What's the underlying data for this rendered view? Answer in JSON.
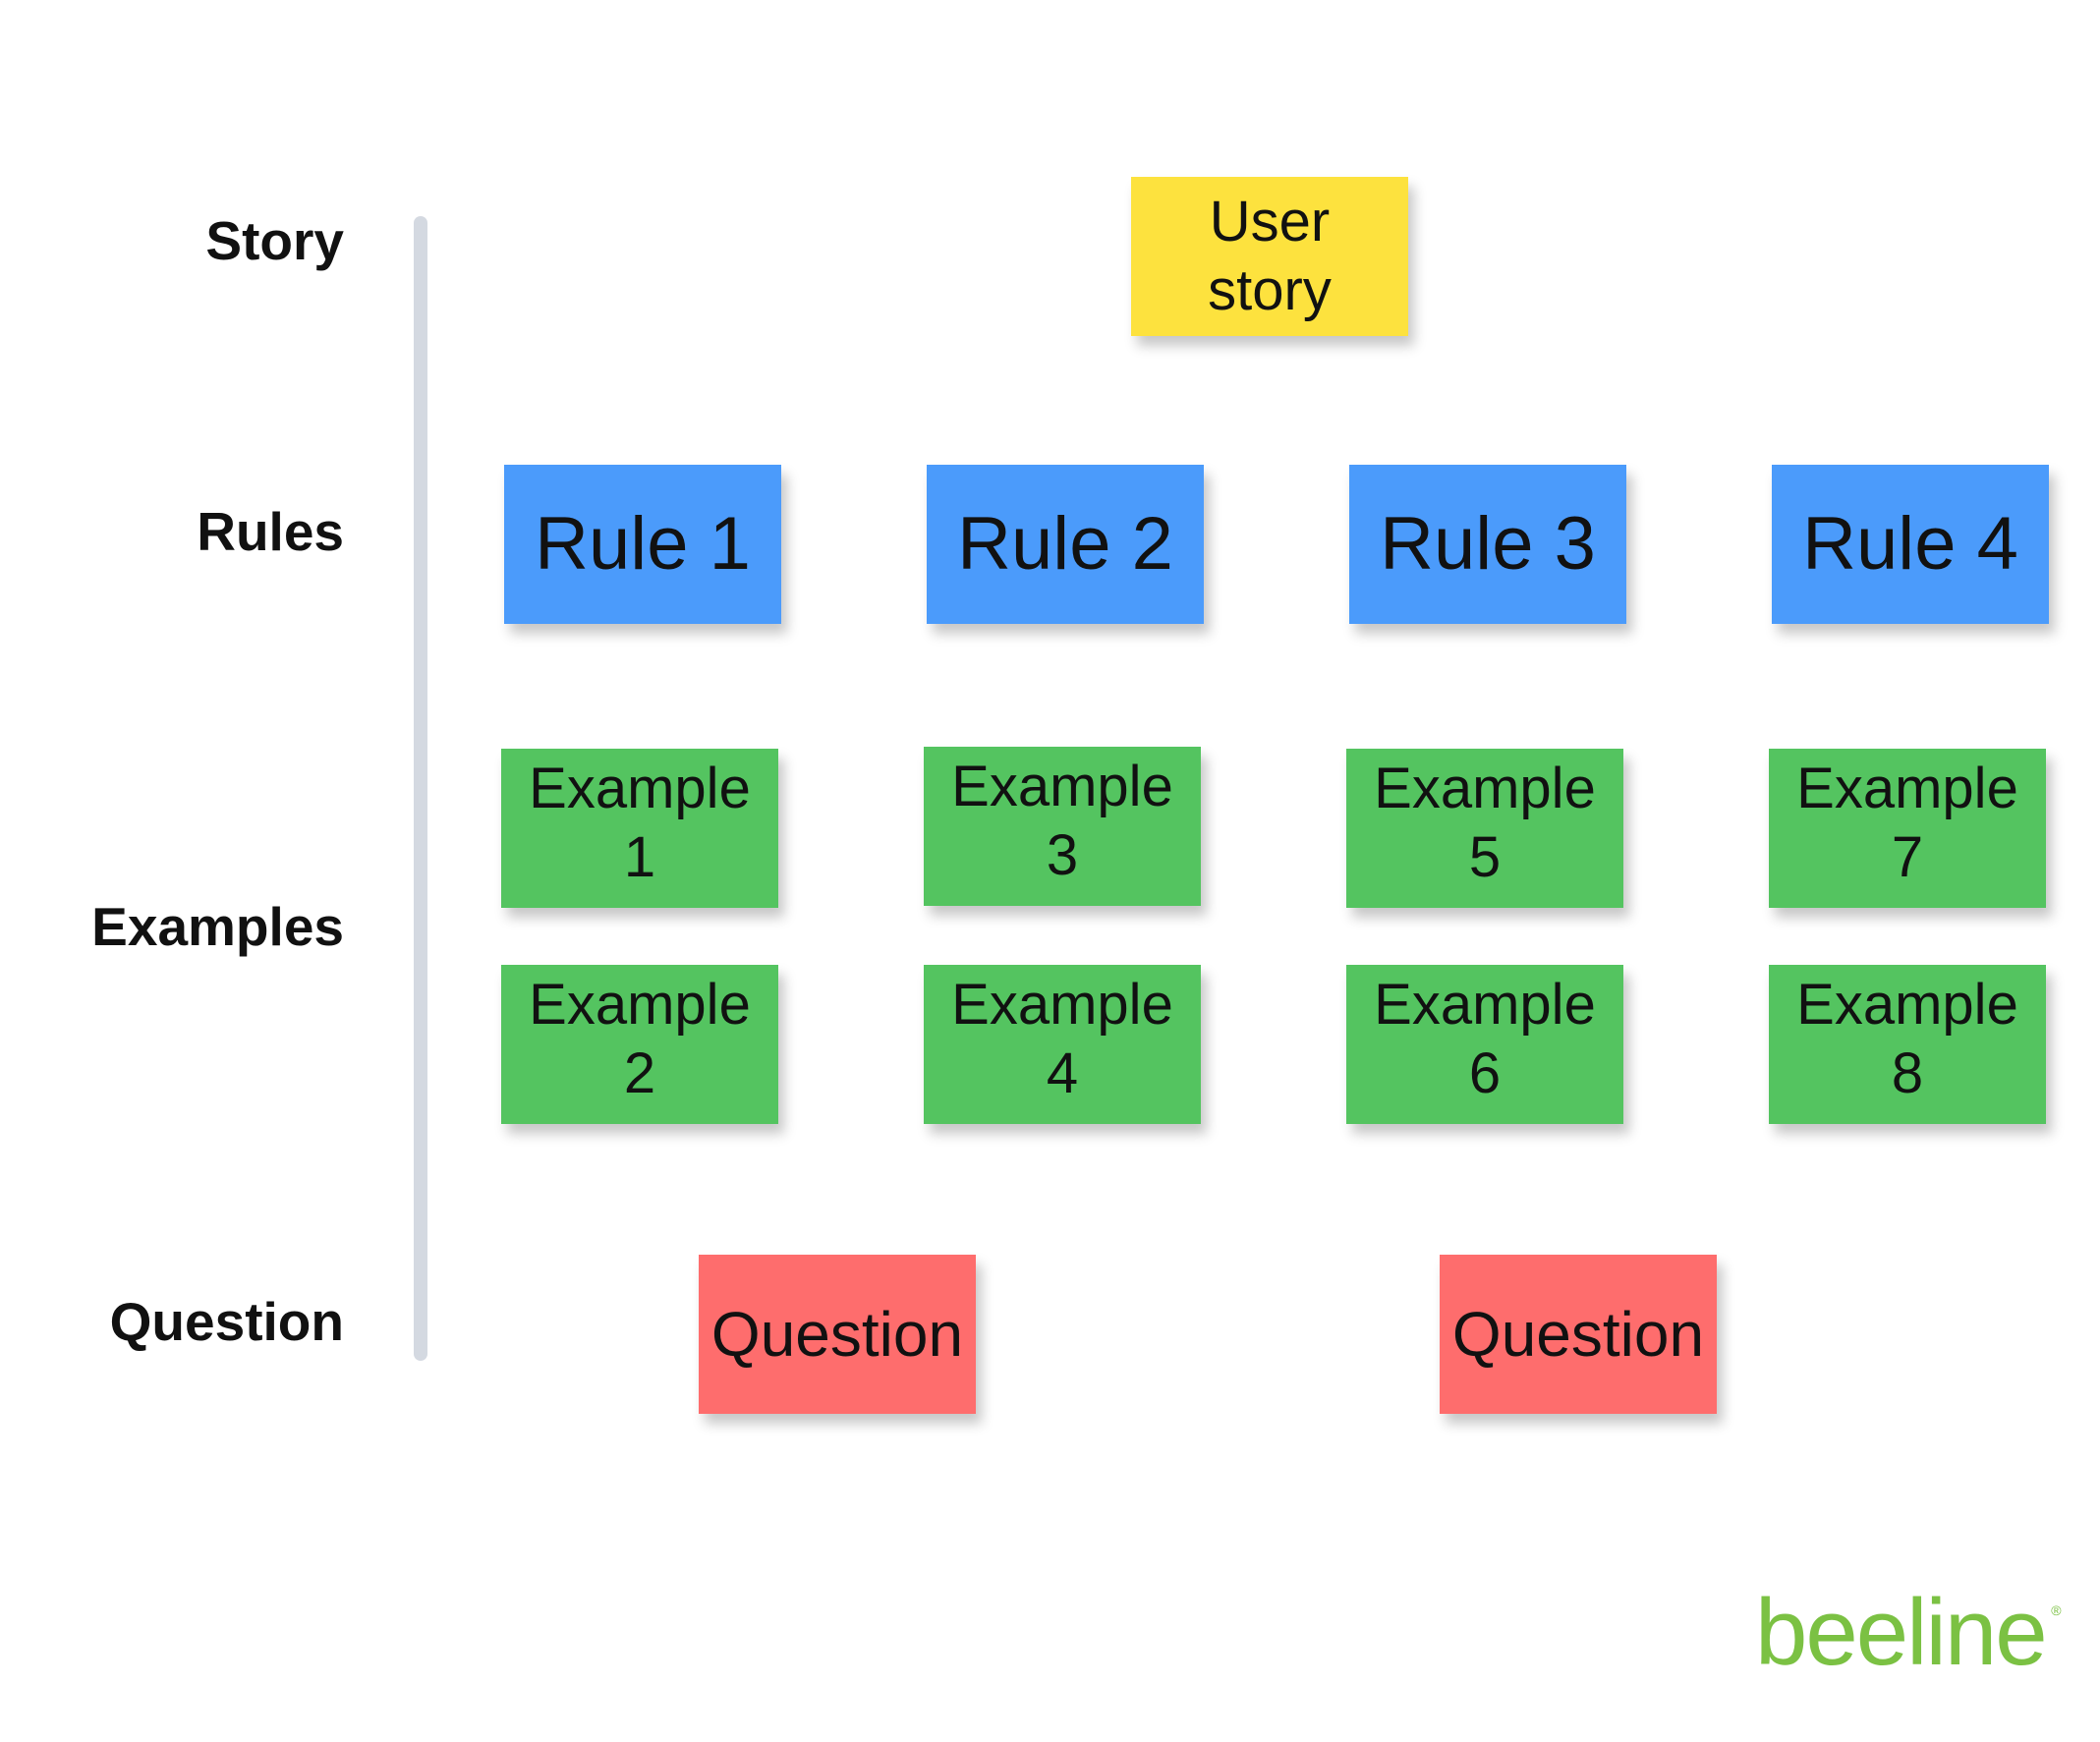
{
  "row_labels": {
    "story": "Story",
    "rules": "Rules",
    "examples": "Examples",
    "question": "Question"
  },
  "story_note": "User\nstory",
  "rules": [
    "Rule 1",
    "Rule 2",
    "Rule 3",
    "Rule 4"
  ],
  "examples": [
    "Example\n1",
    "Example\n2",
    "Example\n3",
    "Example\n4",
    "Example\n5",
    "Example\n6",
    "Example\n7",
    "Example\n8"
  ],
  "questions": [
    "Question",
    "Question"
  ],
  "logo": "beeline",
  "colors": {
    "story": "#fde23e",
    "rule": "#4b9bfb",
    "example": "#54c460",
    "question": "#fe6d6d",
    "logo": "#7bc143",
    "divider": "#d4d9e1"
  }
}
